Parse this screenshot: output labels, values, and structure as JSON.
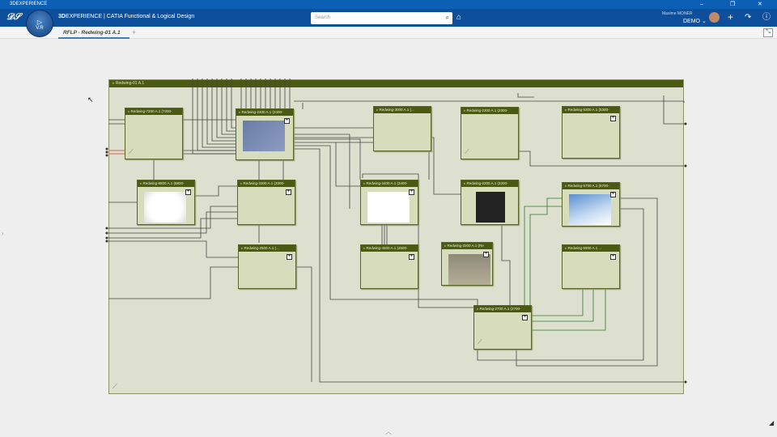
{
  "window": {
    "title": "3DEXPERIENCE",
    "minimize": "–",
    "restore": "❐",
    "close": "✕"
  },
  "header": {
    "brand_bold": "3D",
    "brand_rest": "EXPERIENCE | CATIA Functional & Logical Design",
    "compass_label": "V.R",
    "compass_left": "3D",
    "search_placeholder": "Search",
    "user_name": "Maxime MONER",
    "tenant": "DEMO ⌄"
  },
  "tabs": [
    {
      "label": "RFLP - Redwing-01 A.1"
    }
  ],
  "tab_add": "+",
  "diagram": {
    "root": "Redwing-01 A.1",
    "blocks": [
      {
        "label": "Redwing-7200 A.1 (7200-"
      },
      {
        "label": "Redwing-2400 A.1 (2400-"
      },
      {
        "label": "Redwing-3000 A.1 (..."
      },
      {
        "label": "Redwing-2300 A.1 (2300-"
      },
      {
        "label": "Redwing-5300 A.1 (5300-"
      },
      {
        "label": "Redwing-8800 A.1 (8800-"
      },
      {
        "label": "Redwing-3300 A.1 (3300-"
      },
      {
        "label": "Redwing-3400 A.1 (3400-"
      },
      {
        "label": "Redwing-2200 A.1 (2200-"
      },
      {
        "label": "Redwing-5700 A.1 (5700-"
      },
      {
        "label": "Redwing-2500 A.1 (..."
      },
      {
        "label": "Redwing-4500 A.1 (4500-"
      },
      {
        "label": "Redwing-3200 A.1 (Re"
      },
      {
        "label": "Redwing-5900 A.1 ..."
      },
      {
        "label": "Redwing-2700 A.1 (2700-"
      }
    ]
  }
}
